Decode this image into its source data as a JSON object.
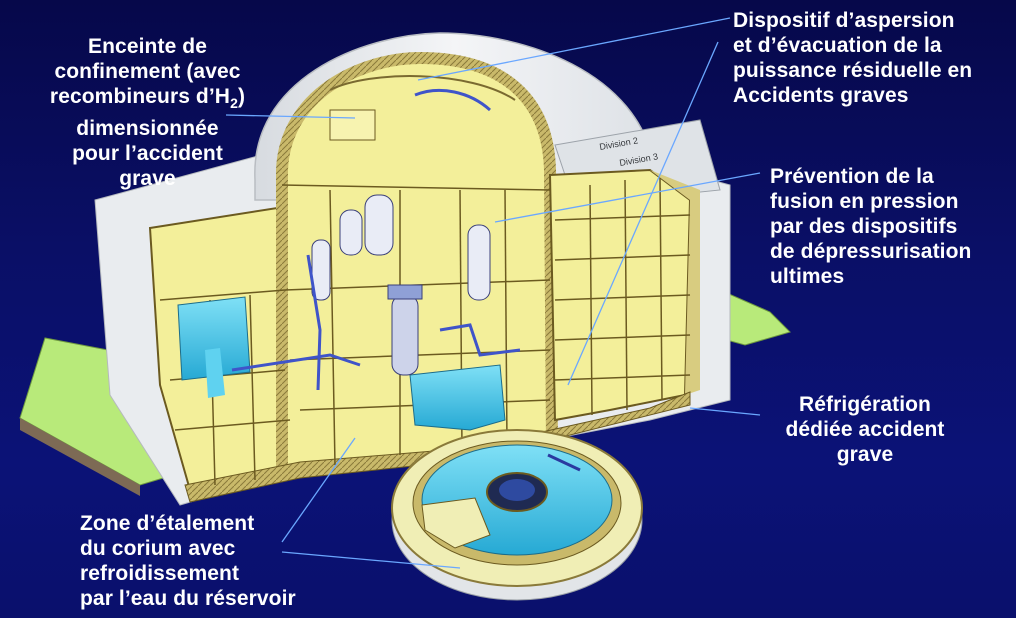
{
  "slide": {
    "labels": {
      "containment": {
        "lines": [
          "Enceinte de",
          "confinement  (avec",
          "recombineurs d’H",
          ")",
          "dimensionnée",
          "pour l’accident",
          "grave"
        ],
        "subscript": "2"
      },
      "spray": {
        "lines": [
          "Dispositif d’aspersion",
          "et d’évacuation de la",
          "puissance résiduelle en",
          "Accidents graves"
        ]
      },
      "prevention": {
        "lines": [
          "Prévention de la",
          "fusion en pression",
          "par des dispositifs",
          "de dépressurisation",
          "ultimes"
        ]
      },
      "cooling": {
        "lines": [
          "Réfrigération",
          "dédiée accident",
          "grave"
        ]
      },
      "corium": {
        "lines": [
          "Zone d’étalement",
          "du corium avec",
          "refroidissement",
          "par l’eau du réservoir"
        ]
      }
    },
    "drawing_labels": {
      "division2": "Division 2",
      "division3": "Division 3"
    },
    "colors": {
      "background": "#0a0f66",
      "concrete_section": "#f3ef9a",
      "concrete_wall": "#cfc06a",
      "building_white": "#e9ecef",
      "water": "#3ec6ea",
      "ground": "#b8ea7a",
      "leader_line": "#6aa7ff"
    }
  }
}
